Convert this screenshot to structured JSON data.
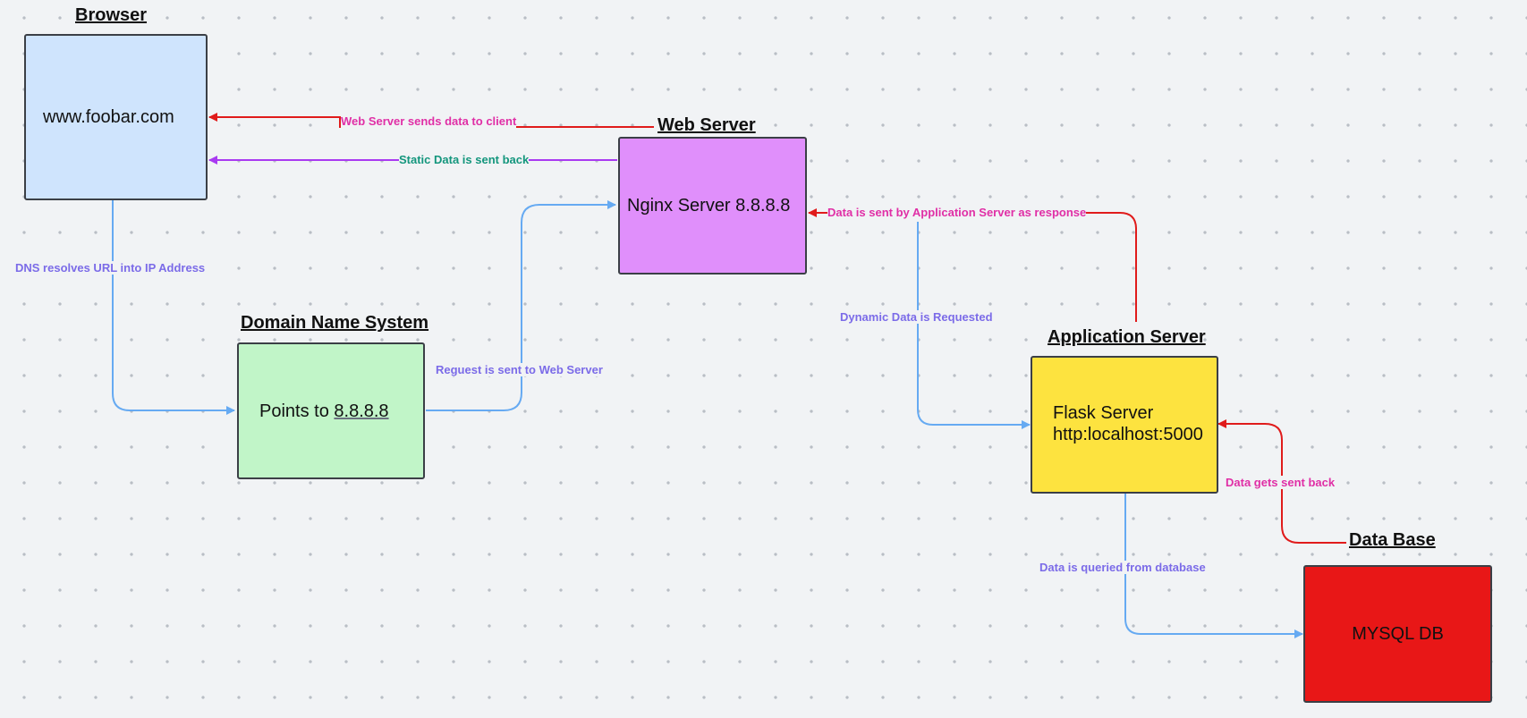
{
  "nodes": {
    "browser": {
      "title": "Browser",
      "text": "www.foobar.com",
      "color": "#cfe4fd"
    },
    "web_server": {
      "title": "Web Server",
      "text": "Nginx Server 8.8.8.8",
      "color": "#e08ffb"
    },
    "dns": {
      "title": "Domain Name System",
      "text_prefix": "Points to ",
      "text_ip": "8.8.8.8",
      "color": "#c1f5c8"
    },
    "app_server": {
      "title": "Application Server",
      "line1": "Flask Server",
      "line2": "http:localhost:5000",
      "color": "#fde33f"
    },
    "database": {
      "title": "Data Base",
      "text": "MYSQL DB",
      "color": "#e81717"
    }
  },
  "edges": {
    "server_sends_data": "Web Server sends data to client",
    "static_data_back": "Static Data is sent back",
    "dns_resolves": "DNS resolves URL into IP Address",
    "request_to_web": "Reguest is sent to Web Server",
    "app_response": "Data is sent by Application Server as response",
    "dynamic_request": "Dynamic Data is Requested",
    "data_sent_back": "Data gets sent back",
    "queried": "Data is queried from database"
  },
  "colors": {
    "arrow_blue": "#66aaf2",
    "arrow_red": "#e01b1b",
    "arrow_purple": "#a93af1"
  }
}
